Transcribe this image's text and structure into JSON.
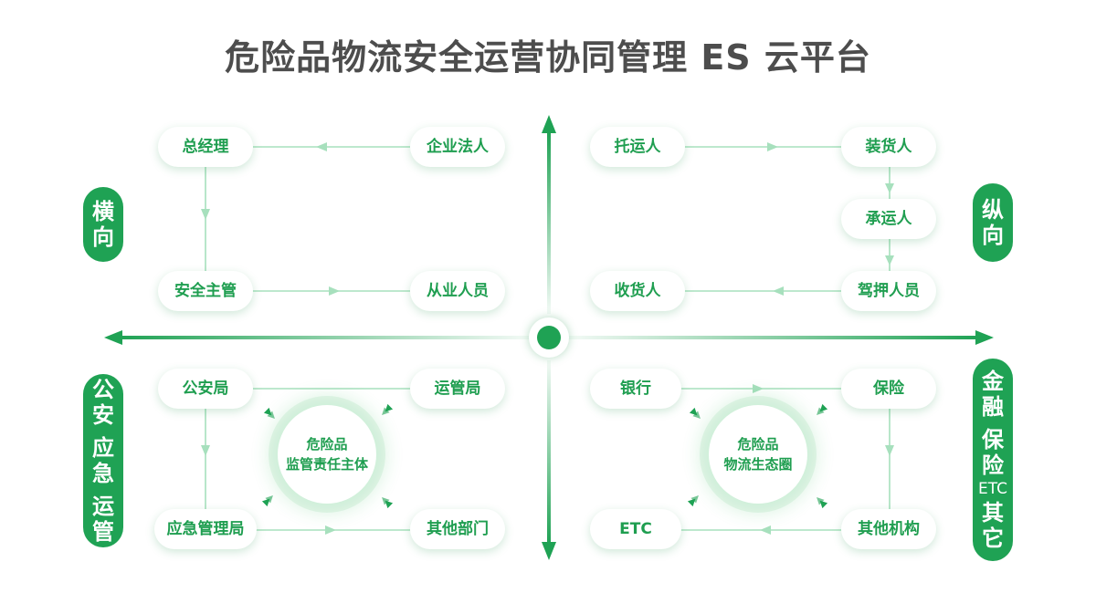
{
  "title": "危险品物流安全运营协同管理 ES 云平台",
  "colors": {
    "accent": "#1fa254",
    "line": "#a7e0bd",
    "title": "#4d4d4d"
  },
  "quadrants": {
    "top_left": {
      "label": [
        "横",
        "向"
      ],
      "nodes": {
        "general_manager": "总经理",
        "legal_person": "企业法人",
        "safety_supervisor": "安全主管",
        "practitioners": "从业人员"
      }
    },
    "top_right": {
      "label": [
        "纵",
        "向"
      ],
      "nodes": {
        "consignor": "托运人",
        "loader": "装货人",
        "carrier": "承运人",
        "receiver": "收货人",
        "escort": "驾押人员"
      }
    },
    "bottom_left": {
      "label": [
        "公安",
        "应急",
        "运管"
      ],
      "nodes": {
        "public_security": "公安局",
        "transport_bureau": "运管局",
        "emergency_bureau": "应急管理局",
        "other_departments": "其他部门"
      },
      "center": [
        "危险品",
        "监管责任主体"
      ]
    },
    "bottom_right": {
      "label": {
        "line1": "金融",
        "line2": "保险",
        "line3": "ETC",
        "line4": "其它"
      },
      "nodes": {
        "bank": "银行",
        "insurance": "保险",
        "etc": "ETC",
        "other_institutions": "其他机构"
      },
      "center": [
        "危险品",
        "物流生态圈"
      ]
    }
  }
}
